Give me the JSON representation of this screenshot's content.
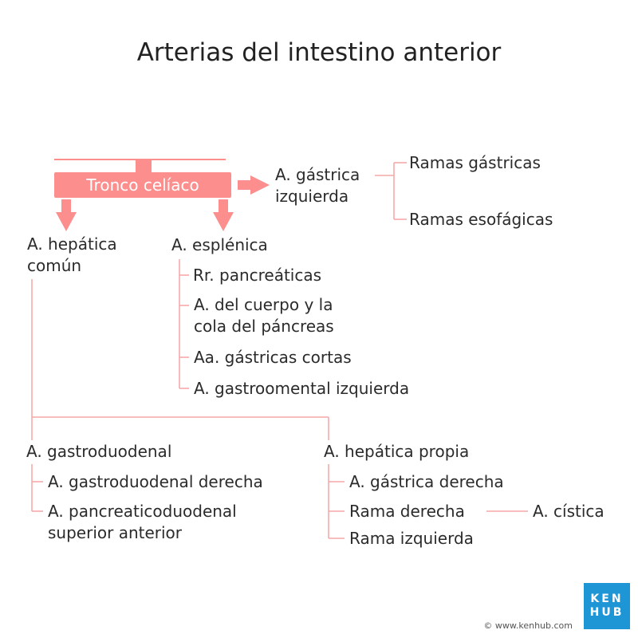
{
  "title": "Arterias del intestino anterior",
  "colors": {
    "accent": "#fc8f8e",
    "line": "#f6a9a8",
    "text": "#2b2b2b",
    "brand": "#1e96d6"
  },
  "trunk": {
    "label": "Tronco celíaco"
  },
  "left_gastric": {
    "line1": "A. gástrica",
    "line2": "izquierda",
    "branches": [
      "Ramas gástricas",
      "Ramas esofágicas"
    ]
  },
  "common_hepatic": {
    "line1": "A. hepática",
    "line2": "común"
  },
  "splenic": {
    "label": "A. esplénica",
    "branches": [
      {
        "line1": "Rr. pancreáticas"
      },
      {
        "line1": "A. del cuerpo y la",
        "line2": "cola del páncreas"
      },
      {
        "line1": "Aa. gástricas cortas"
      },
      {
        "line1": "A. gastroomental izquierda"
      }
    ]
  },
  "gastroduodenal": {
    "label": "A. gastroduodenal",
    "branches": [
      {
        "line1": "A. gastroduodenal derecha"
      },
      {
        "line1": "A. pancreaticoduodenal",
        "line2": "superior anterior"
      }
    ]
  },
  "hepatic_proper": {
    "label": "A. hepática propia",
    "branches": [
      {
        "line1": "A. gástrica derecha"
      },
      {
        "line1": "Rama derecha",
        "sub": "A. cística"
      },
      {
        "line1": "Rama izquierda"
      }
    ]
  },
  "brand": {
    "line1": "KEN",
    "line2": "HUB",
    "copyright": "© www.kenhub.com"
  }
}
